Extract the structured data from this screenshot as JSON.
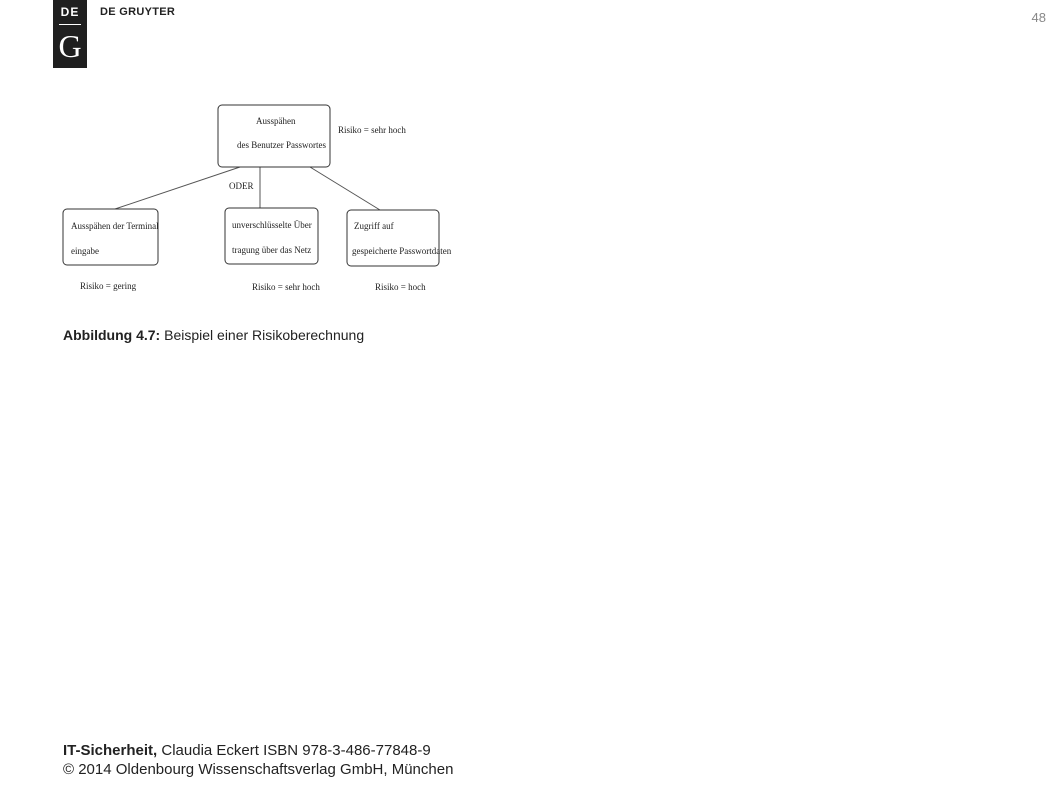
{
  "header": {
    "logo_de": "DE",
    "logo_g": "G",
    "publisher": "DE GRUYTER",
    "page_number": "48"
  },
  "figure": {
    "root": {
      "line1": "Ausspähen",
      "line2": "des Benutzer Passwortes",
      "risk": "Risiko = sehr hoch"
    },
    "operator": "ODER",
    "children": [
      {
        "line1": "Ausspähen der Terminal",
        "line2": "eingabe",
        "risk": "Risiko = gering"
      },
      {
        "line1": "unverschlüsselte Über",
        "line2": "tragung über das Netz",
        "risk": "Risiko = sehr hoch"
      },
      {
        "line1": "Zugriff auf",
        "line2": "gespeicherte Passwortdaten",
        "risk": "Risiko = hoch"
      }
    ]
  },
  "caption": {
    "label": "Abbildung 4.7:",
    "text": "Beispiel einer Risikoberechnung"
  },
  "footer": {
    "title": "IT-Sicherheit,",
    "rest": "Claudia Eckert ISBN 978-3-486-77848-9",
    "line2": "© 2014 Oldenbourg Wissenschaftsverlag GmbH, München"
  }
}
